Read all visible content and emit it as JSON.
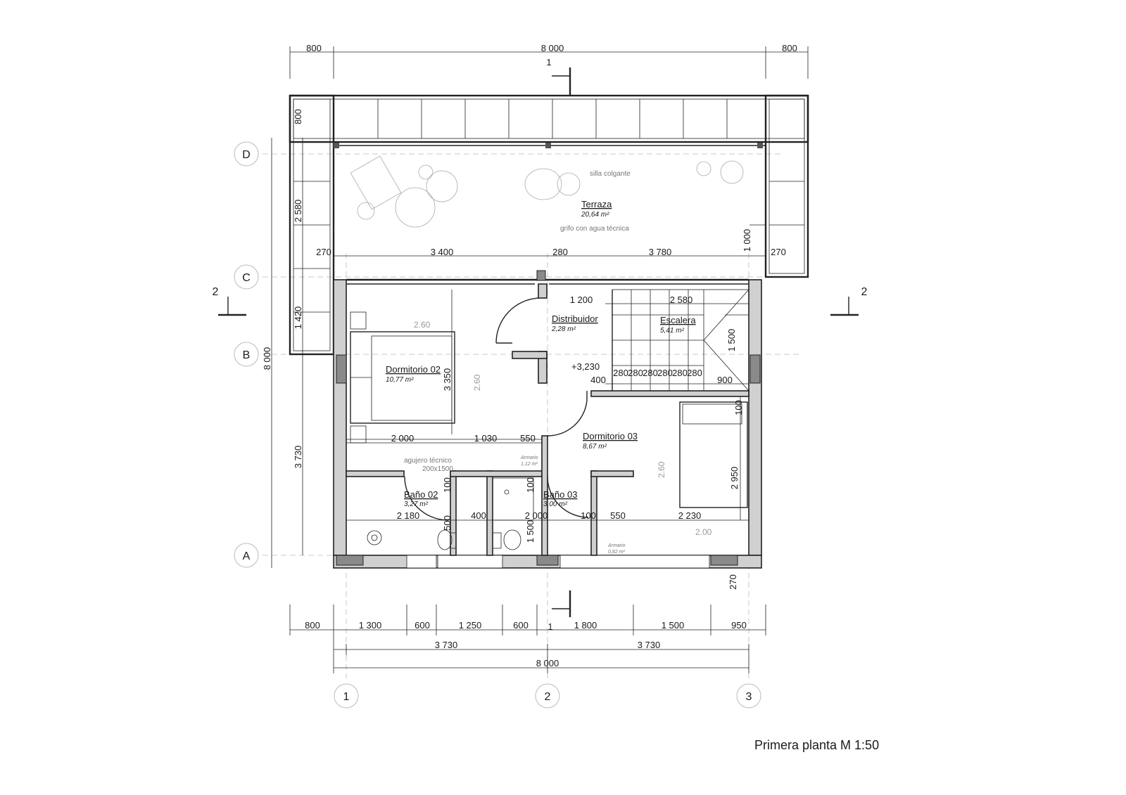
{
  "caption": "Primera planta M 1:50",
  "axes": {
    "rows": [
      "D",
      "C",
      "B",
      "A"
    ],
    "cols": [
      "1",
      "2",
      "3"
    ]
  },
  "sections": {
    "s1": "1",
    "s2": "2"
  },
  "rooms": {
    "terraza": {
      "name": "Terraza",
      "area": "20,64 m²"
    },
    "dormitorio02": {
      "name": "Dormitorio 02",
      "area": "10,77 m²"
    },
    "distribuidor": {
      "name": "Distribuidor",
      "area": "2,28 m²"
    },
    "escalera": {
      "name": "Escalera",
      "area": "5,41 m²"
    },
    "dormitorio03": {
      "name": "Dormitorio 03",
      "area": "8,67 m²"
    },
    "bano02": {
      "name": "Baño 02",
      "area": "3,27 m²"
    },
    "bano03": {
      "name": "Baño 03",
      "area": "3,00 m²"
    }
  },
  "notes": {
    "silla": "silla colgante",
    "grifo": "grifo con agua técnica",
    "agujero1": "agujero técnico",
    "agujero2": "200x1500",
    "armario1": "Armario",
    "armario1_area": "1,12 m²",
    "armario2": "Armario",
    "armario2_area": "0,82 m²",
    "level": "+3,230"
  },
  "heights": {
    "h1": "2.60",
    "h2": "2.60",
    "h3": "2.60",
    "h4": "2.00"
  },
  "dims": {
    "top": [
      "800",
      "8 000",
      "800"
    ],
    "terrace_row": [
      "270",
      "3 400",
      "280",
      "3 780",
      "270"
    ],
    "left": [
      "800",
      "2 580",
      "1 420",
      "8 000",
      "3 730"
    ],
    "right": [
      "1 000",
      "1 500",
      "2 950",
      "270"
    ],
    "stairs_top": [
      "1 200",
      "2 580"
    ],
    "stairs_steps": [
      "400",
      "280",
      "280",
      "280",
      "280",
      "280",
      "280",
      "900"
    ],
    "dorm02_h": "3 350",
    "dorm02_row": [
      "2 000",
      "1 030",
      "550"
    ],
    "bath_row": [
      "2 180",
      "400",
      "2 000",
      "100",
      "550",
      "2 230"
    ],
    "bath_v": [
      "100",
      "500",
      "100",
      "1 500",
      "100"
    ],
    "bottom1": [
      "800",
      "1 300",
      "600",
      "1 250",
      "600",
      "1 800",
      "1 500",
      "950"
    ],
    "bottom2": [
      "3 730",
      "3 730"
    ],
    "bottom3": "8 000"
  }
}
